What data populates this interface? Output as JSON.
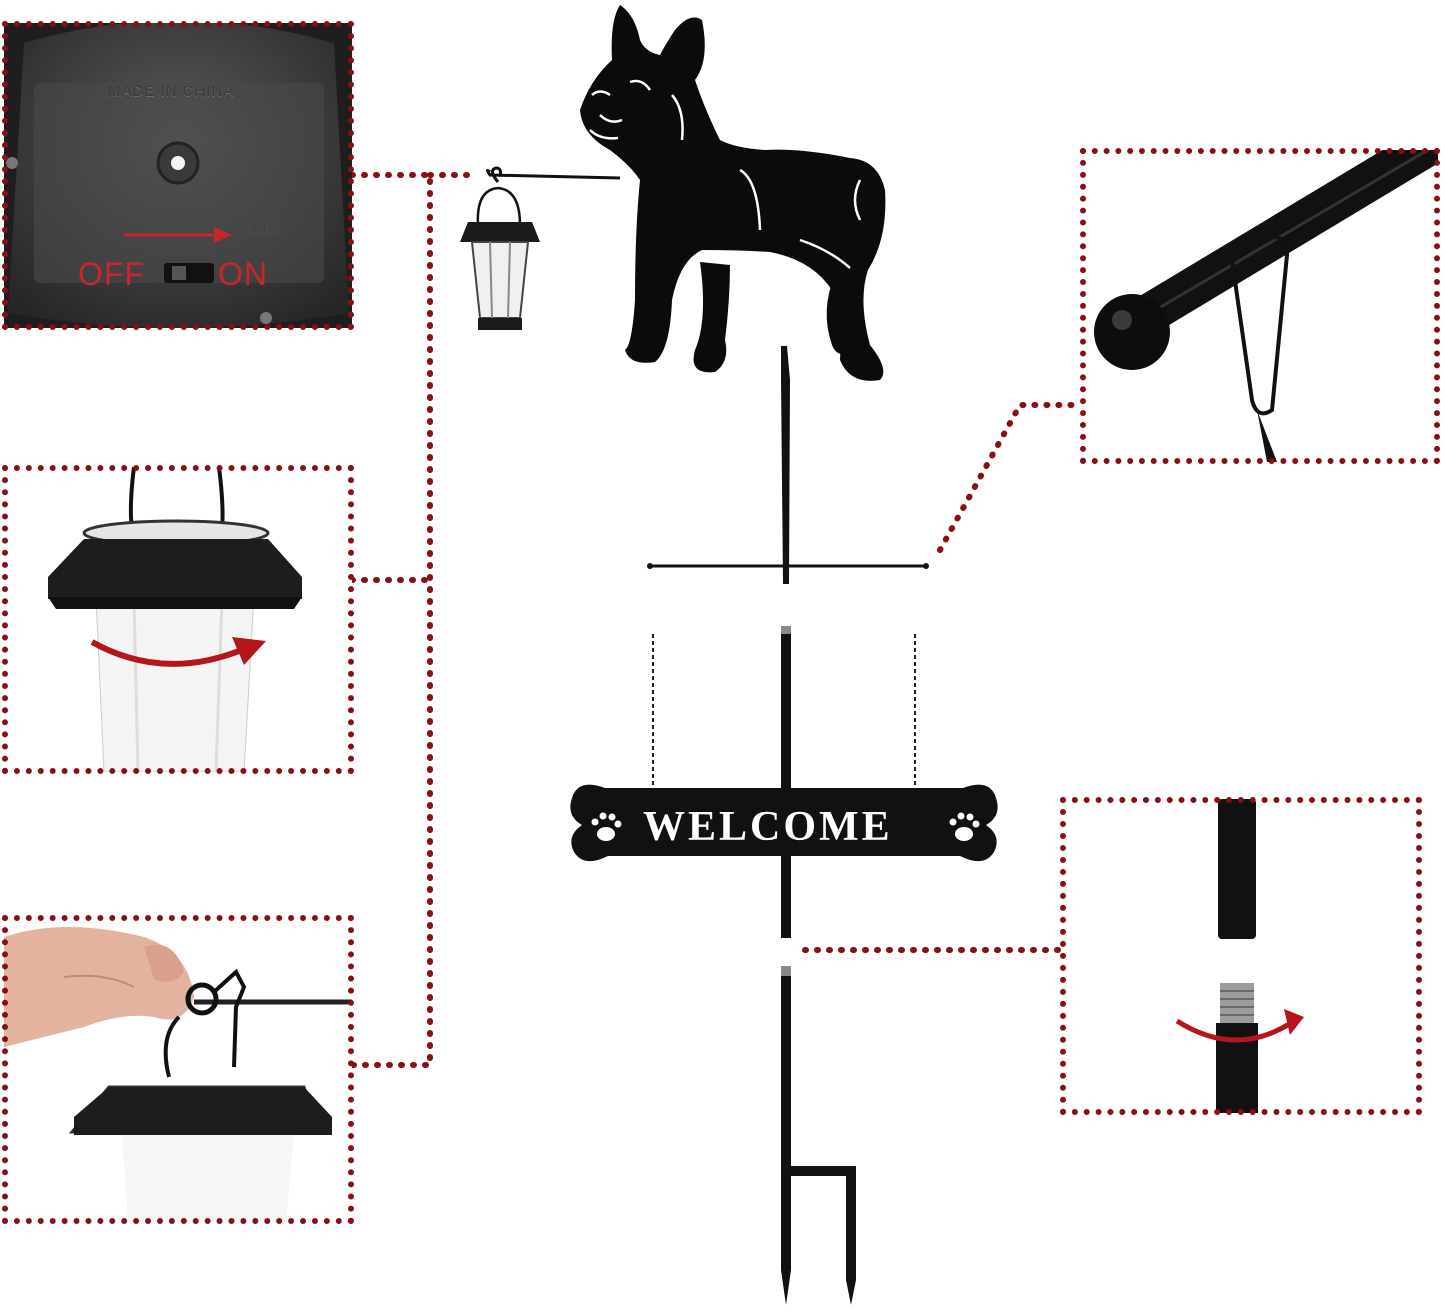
{
  "switch_panel": {
    "made_in_label": "MADE IN CHINA",
    "off_label": "OFF",
    "on_label": "ON",
    "ce_mark": "CE"
  },
  "sign": {
    "welcome_text": "WELCOME"
  },
  "colors": {
    "accent_dotted_border": "#8a0f14",
    "arrow_red": "#c8262c",
    "silhouette": "#0b0b0b"
  },
  "icons": [
    "paw-icon-left",
    "paw-icon-right",
    "rotate-arrow-icon",
    "switch-arrow-icon"
  ]
}
